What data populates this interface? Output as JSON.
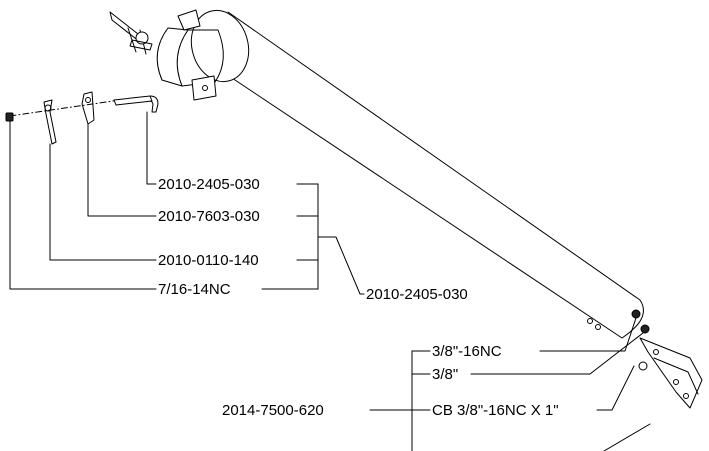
{
  "callouts": {
    "pin": "2010-2405-030",
    "clip": "2010-7603-030",
    "spring": "2010-0110-140",
    "nut_top": "7/16-14NC",
    "tube": "2010-2405-030",
    "nut_bottom": "3/8\"-16NC",
    "washer": "3/8\"",
    "bolt": "CB 3/8\"-16NC X 1\"",
    "bracket_assembly": "2014-7500-620"
  }
}
